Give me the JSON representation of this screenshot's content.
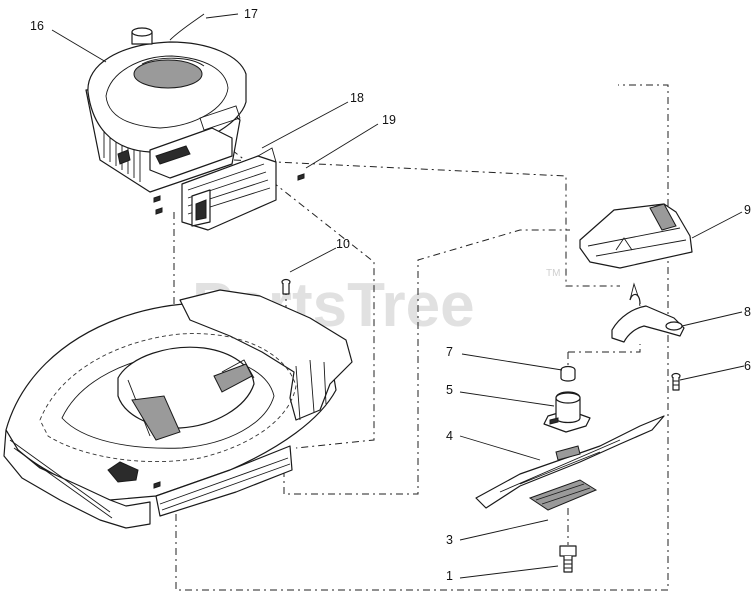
{
  "watermark": {
    "text": "PartsTree",
    "tm": "TM"
  },
  "callouts": [
    {
      "id": "c16",
      "label": "16"
    },
    {
      "id": "c17",
      "label": "17"
    },
    {
      "id": "c18",
      "label": "18"
    },
    {
      "id": "c19",
      "label": "19"
    },
    {
      "id": "c10",
      "label": "10"
    },
    {
      "id": "c9",
      "label": "9"
    },
    {
      "id": "c8",
      "label": "8"
    },
    {
      "id": "c7",
      "label": "7"
    },
    {
      "id": "c6",
      "label": "6"
    },
    {
      "id": "c5",
      "label": "5"
    },
    {
      "id": "c4",
      "label": "4"
    },
    {
      "id": "c3",
      "label": "3"
    },
    {
      "id": "c1",
      "label": "1"
    }
  ]
}
